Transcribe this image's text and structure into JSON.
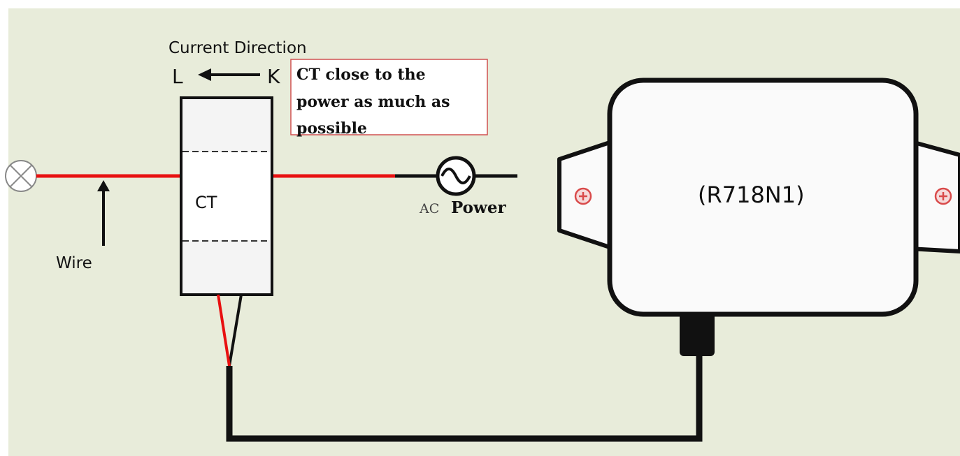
{
  "labels": {
    "current_direction": "Current Direction",
    "l": "L",
    "k": "K",
    "note": [
      "CT close to the",
      "power as much as",
      "possible"
    ],
    "ct": "CT",
    "wire": "Wire",
    "ac": "AC",
    "power": "Power",
    "device": "(R718N1)"
  },
  "colors": {
    "background": "#e8ecda",
    "live_wire": "#e81010",
    "black_wire": "#111111",
    "note_border": "#d05050",
    "device_fill": "#fafafa",
    "screw": "#d94a4a"
  }
}
